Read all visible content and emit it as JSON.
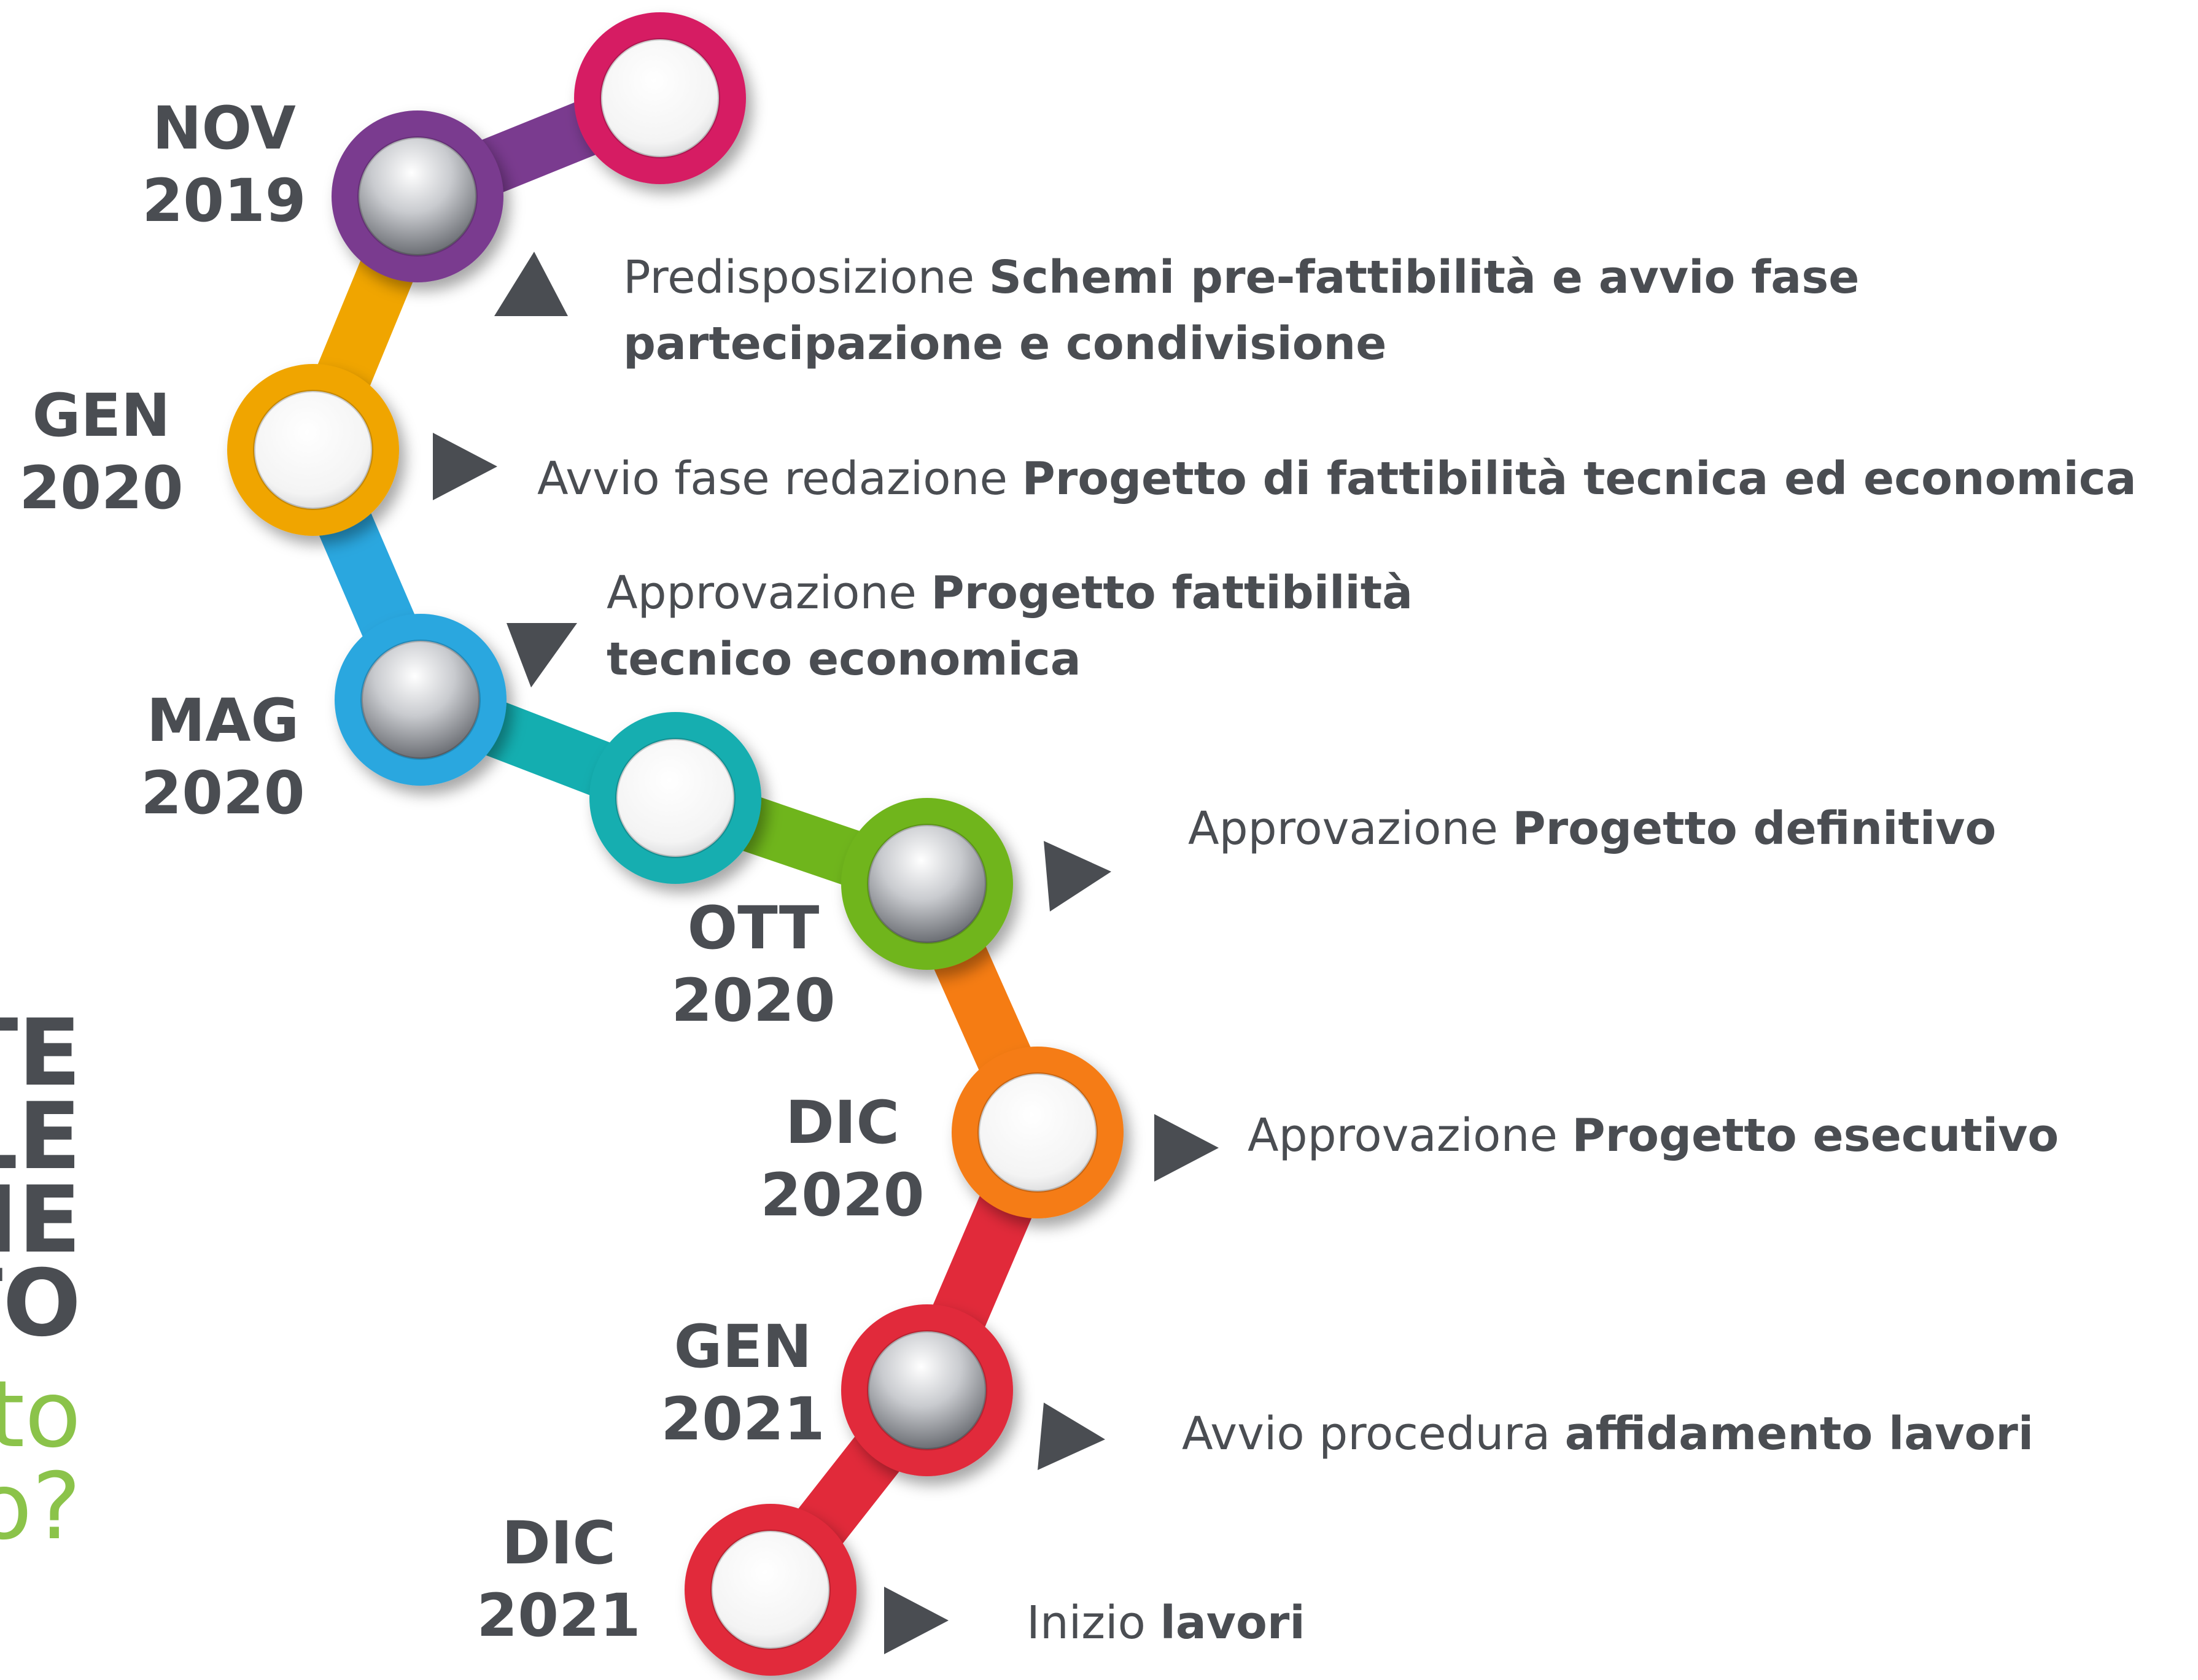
{
  "milestones": [
    {
      "month": "NOV",
      "year": "2019",
      "color": "#7a3b8f"
    },
    {
      "month": "GEN",
      "year": "2020",
      "color": "#f0a500"
    },
    {
      "month": "MAG",
      "year": "2020",
      "color": "#2aa7df"
    },
    {
      "month": "OTT",
      "year": "2020",
      "color": "#6fb51c"
    },
    {
      "month": "DIC",
      "year": "2020",
      "color": "#f57c13"
    },
    {
      "month": "GEN",
      "year": "2021",
      "color": "#e12a3a"
    },
    {
      "month": "DIC",
      "year": "2021",
      "color": "#e12a3a"
    }
  ],
  "extra_nodes": [
    {
      "color": "#d61d63"
    },
    {
      "color": "#14aeb0"
    }
  ],
  "descriptions": [
    {
      "plain": "Predisposizione ",
      "bold": "Schemi pre-fattibilità e avvio fase",
      "line2": "partecipazione e condivisione"
    },
    {
      "plain": "Avvio fase redazione ",
      "bold": "Progetto di fattibilità tecnica ed economica",
      "line2": ""
    },
    {
      "plain": "Approvazione ",
      "bold": "Progetto fattibilità",
      "line2": "tecnico economica"
    },
    {
      "plain": "Approvazione ",
      "bold": "Progetto definitivo",
      "line2": ""
    },
    {
      "plain": "Approvazione ",
      "bold": "Progetto esecutivo",
      "line2": ""
    },
    {
      "plain": "Avvio procedura ",
      "bold": "affidamento lavori",
      "line2": ""
    },
    {
      "plain": "Inizio ",
      "bold": "lavori",
      "line2": ""
    }
  ],
  "side_text": {
    "lines": [
      "TE",
      "LE",
      "ME",
      "TO"
    ],
    "question_lines": [
      "to",
      "o?"
    ]
  },
  "colors": {
    "text": "#4a4d52",
    "arrow": "#4a4d52",
    "accent_green": "#8bc34a"
  }
}
